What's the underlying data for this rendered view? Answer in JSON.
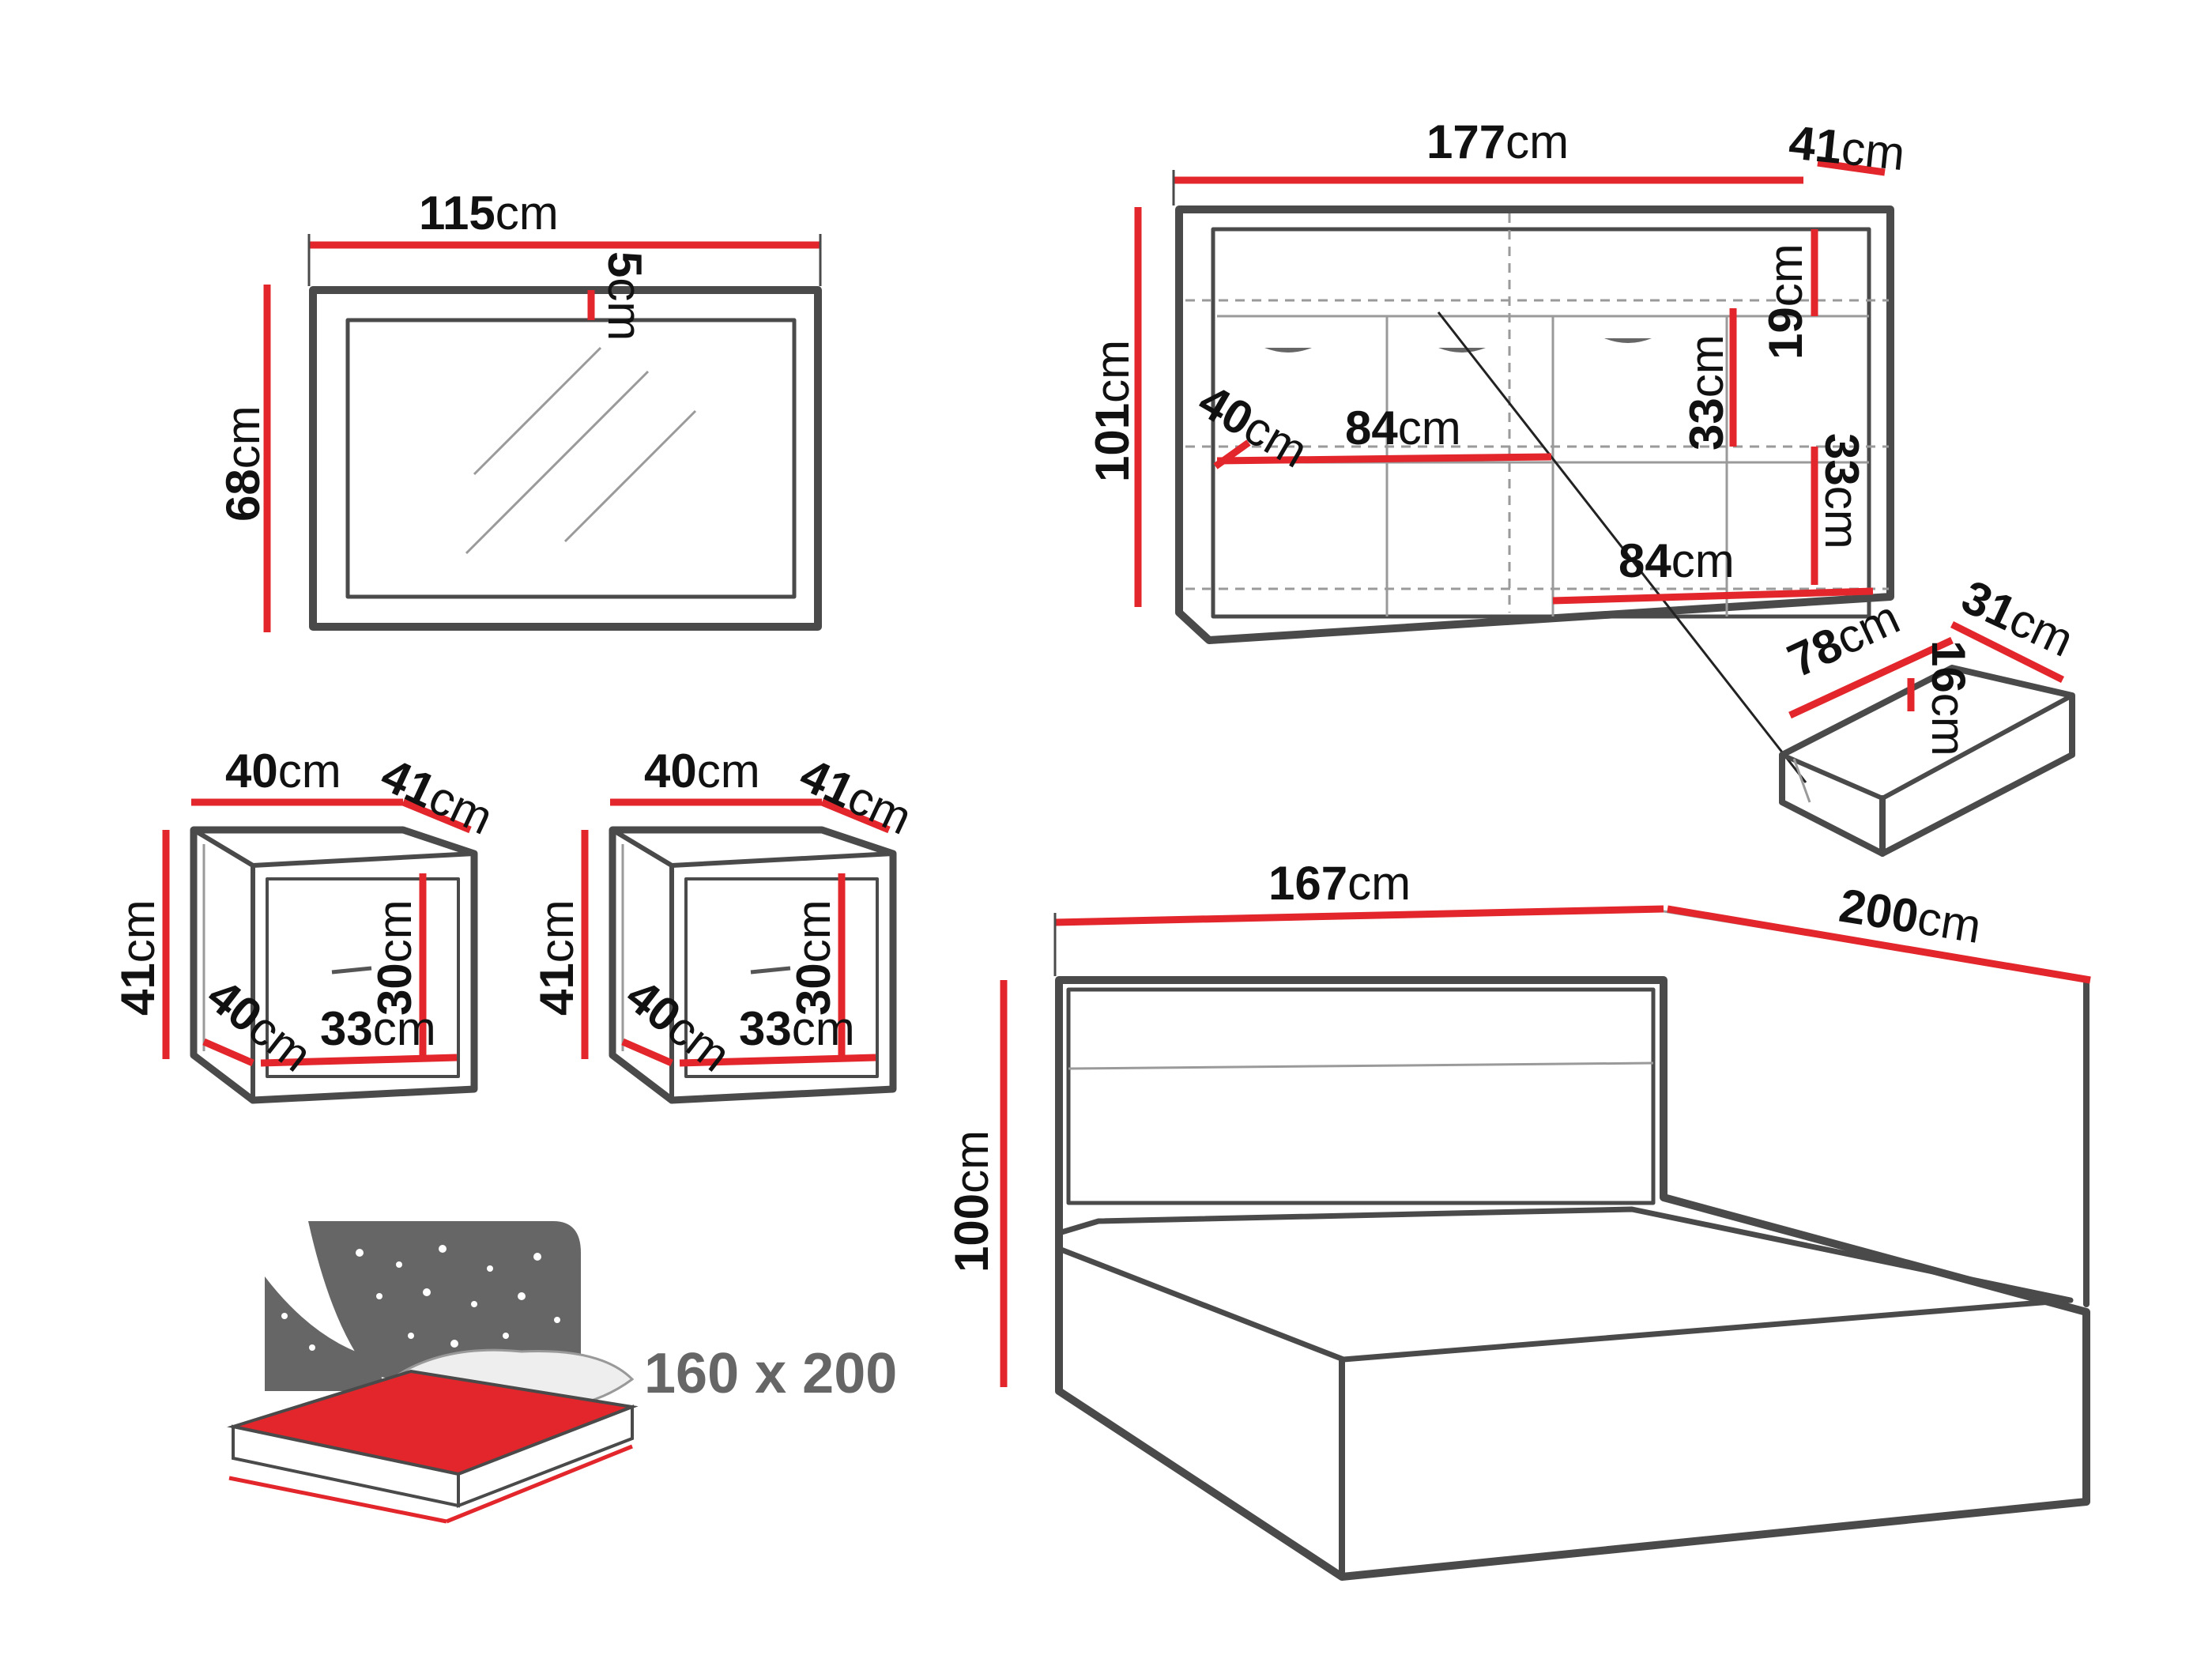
{
  "colors": {
    "dimension": "#e3262b",
    "outline": "#4a4a4a",
    "accent_text": "#111111",
    "mattress": "#e3262b",
    "icon_gray": "#666666"
  },
  "unit": "cm",
  "mirror": {
    "width": "115",
    "height": "68",
    "frame": "5"
  },
  "sideboard": {
    "width": "177",
    "depth": "41",
    "height": "101",
    "top_compartment": "19",
    "shelf_height_left": "33",
    "shelf_height_right": "33",
    "shelf_width_upper": "84",
    "shelf_width_lower": "84",
    "shelf_depth": "40"
  },
  "drawer": {
    "width": "78",
    "depth": "31",
    "height": "16"
  },
  "nightstand_1": {
    "width": "40",
    "depth": "41",
    "height": "41",
    "inner_height": "30",
    "inner_width": "33",
    "inner_depth": "40"
  },
  "nightstand_2": {
    "width": "40",
    "depth": "41",
    "height": "41",
    "inner_height": "30",
    "inner_width": "33",
    "inner_depth": "40"
  },
  "bed": {
    "width": "167",
    "length": "200",
    "height": "100"
  },
  "mattress": {
    "size_label": "160 x 200"
  }
}
